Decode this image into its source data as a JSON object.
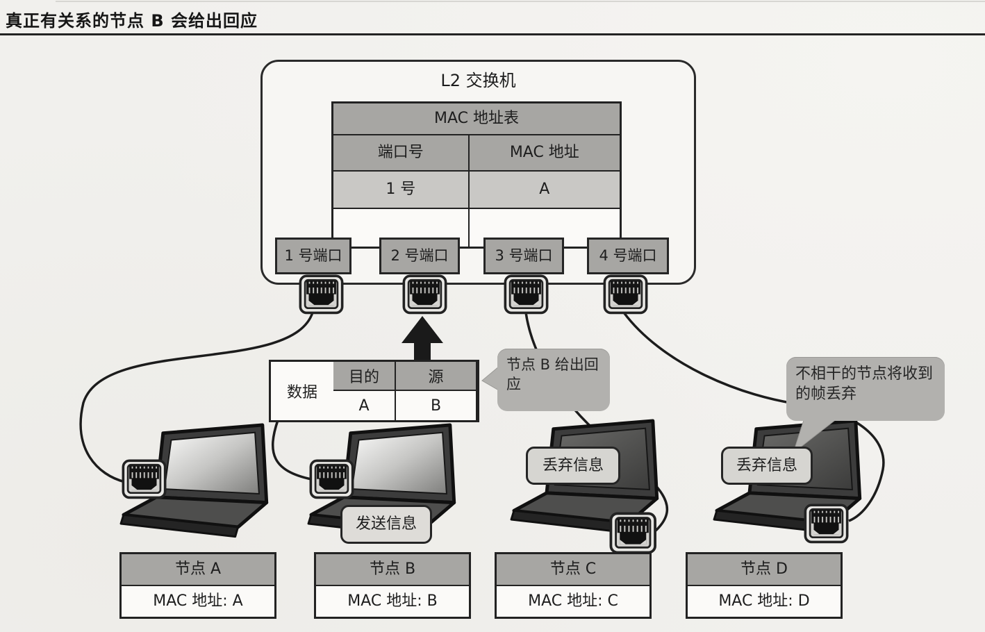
{
  "page": {
    "title": "真正有关系的节点 B 会给出回应"
  },
  "switch": {
    "label": "L2 交换机",
    "mac_table": {
      "title": "MAC 地址表",
      "col_port": "端口号",
      "col_mac": "MAC 地址",
      "row1_port": "1 号",
      "row1_mac": "A",
      "row2_port": "",
      "row2_mac": ""
    },
    "ports": [
      {
        "label": "1 号端口"
      },
      {
        "label": "2 号端口"
      },
      {
        "label": "3 号端口"
      },
      {
        "label": "4 号端口"
      }
    ]
  },
  "frame": {
    "dest_header": "目的",
    "src_header": "源",
    "data_label": "数据",
    "dest": "A",
    "src": "B"
  },
  "callouts": {
    "response": "节点 B 给出回应",
    "discard_note": "不相干的节点将收到的帧丢弃",
    "send": "发送信息",
    "discard_c": "丢弃信息",
    "discard_d": "丢弃信息"
  },
  "nodes": [
    {
      "name": "节点 A",
      "mac": "MAC 地址: A"
    },
    {
      "name": "节点 B",
      "mac": "MAC 地址: B"
    },
    {
      "name": "节点 C",
      "mac": "MAC 地址: C"
    },
    {
      "name": "节点 D",
      "mac": "MAC 地址: D"
    }
  ],
  "colors": {
    "header_gray": "#a7a6a3",
    "row_gray": "#c9c8c5",
    "bubble_gray": "#b2b1ae",
    "tag_gray": "#d6d5d1",
    "line_dark": "#1f1f1f",
    "paper": "#f1f0ed"
  }
}
